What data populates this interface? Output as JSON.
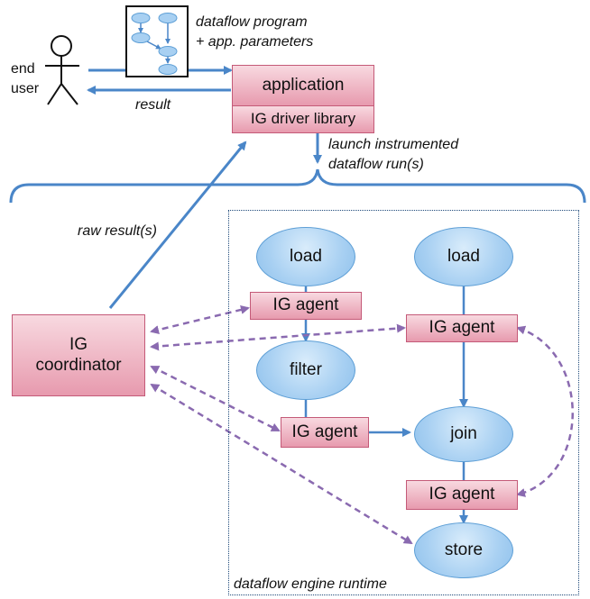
{
  "user": {
    "label_line1": "end",
    "label_line2": "user"
  },
  "program": {
    "caption_line1": "dataflow program",
    "caption_line2": "+ app. parameters"
  },
  "arrows": {
    "result": "result",
    "launch_line1": "launch instrumented",
    "launch_line2": "dataflow run(s)",
    "raw_results": "raw result(s)"
  },
  "application": {
    "label": "application",
    "driver": "IG driver library"
  },
  "coordinator": {
    "line1": "IG",
    "line2": "coordinator"
  },
  "runtime": {
    "label": "dataflow engine runtime"
  },
  "nodes": {
    "load_left": "load",
    "load_right": "load",
    "filter": "filter",
    "join": "join",
    "store": "store"
  },
  "agents": {
    "agent_1": "IG agent",
    "agent_2": "IG agent",
    "agent_3": "IG agent",
    "agent_4": "IG agent"
  },
  "colors": {
    "flow_arrow": "#4a86c8",
    "control_arrow": "#8a6ab0",
    "box_fill": "#eeaabb",
    "node_fill": "#a8d0f2"
  }
}
